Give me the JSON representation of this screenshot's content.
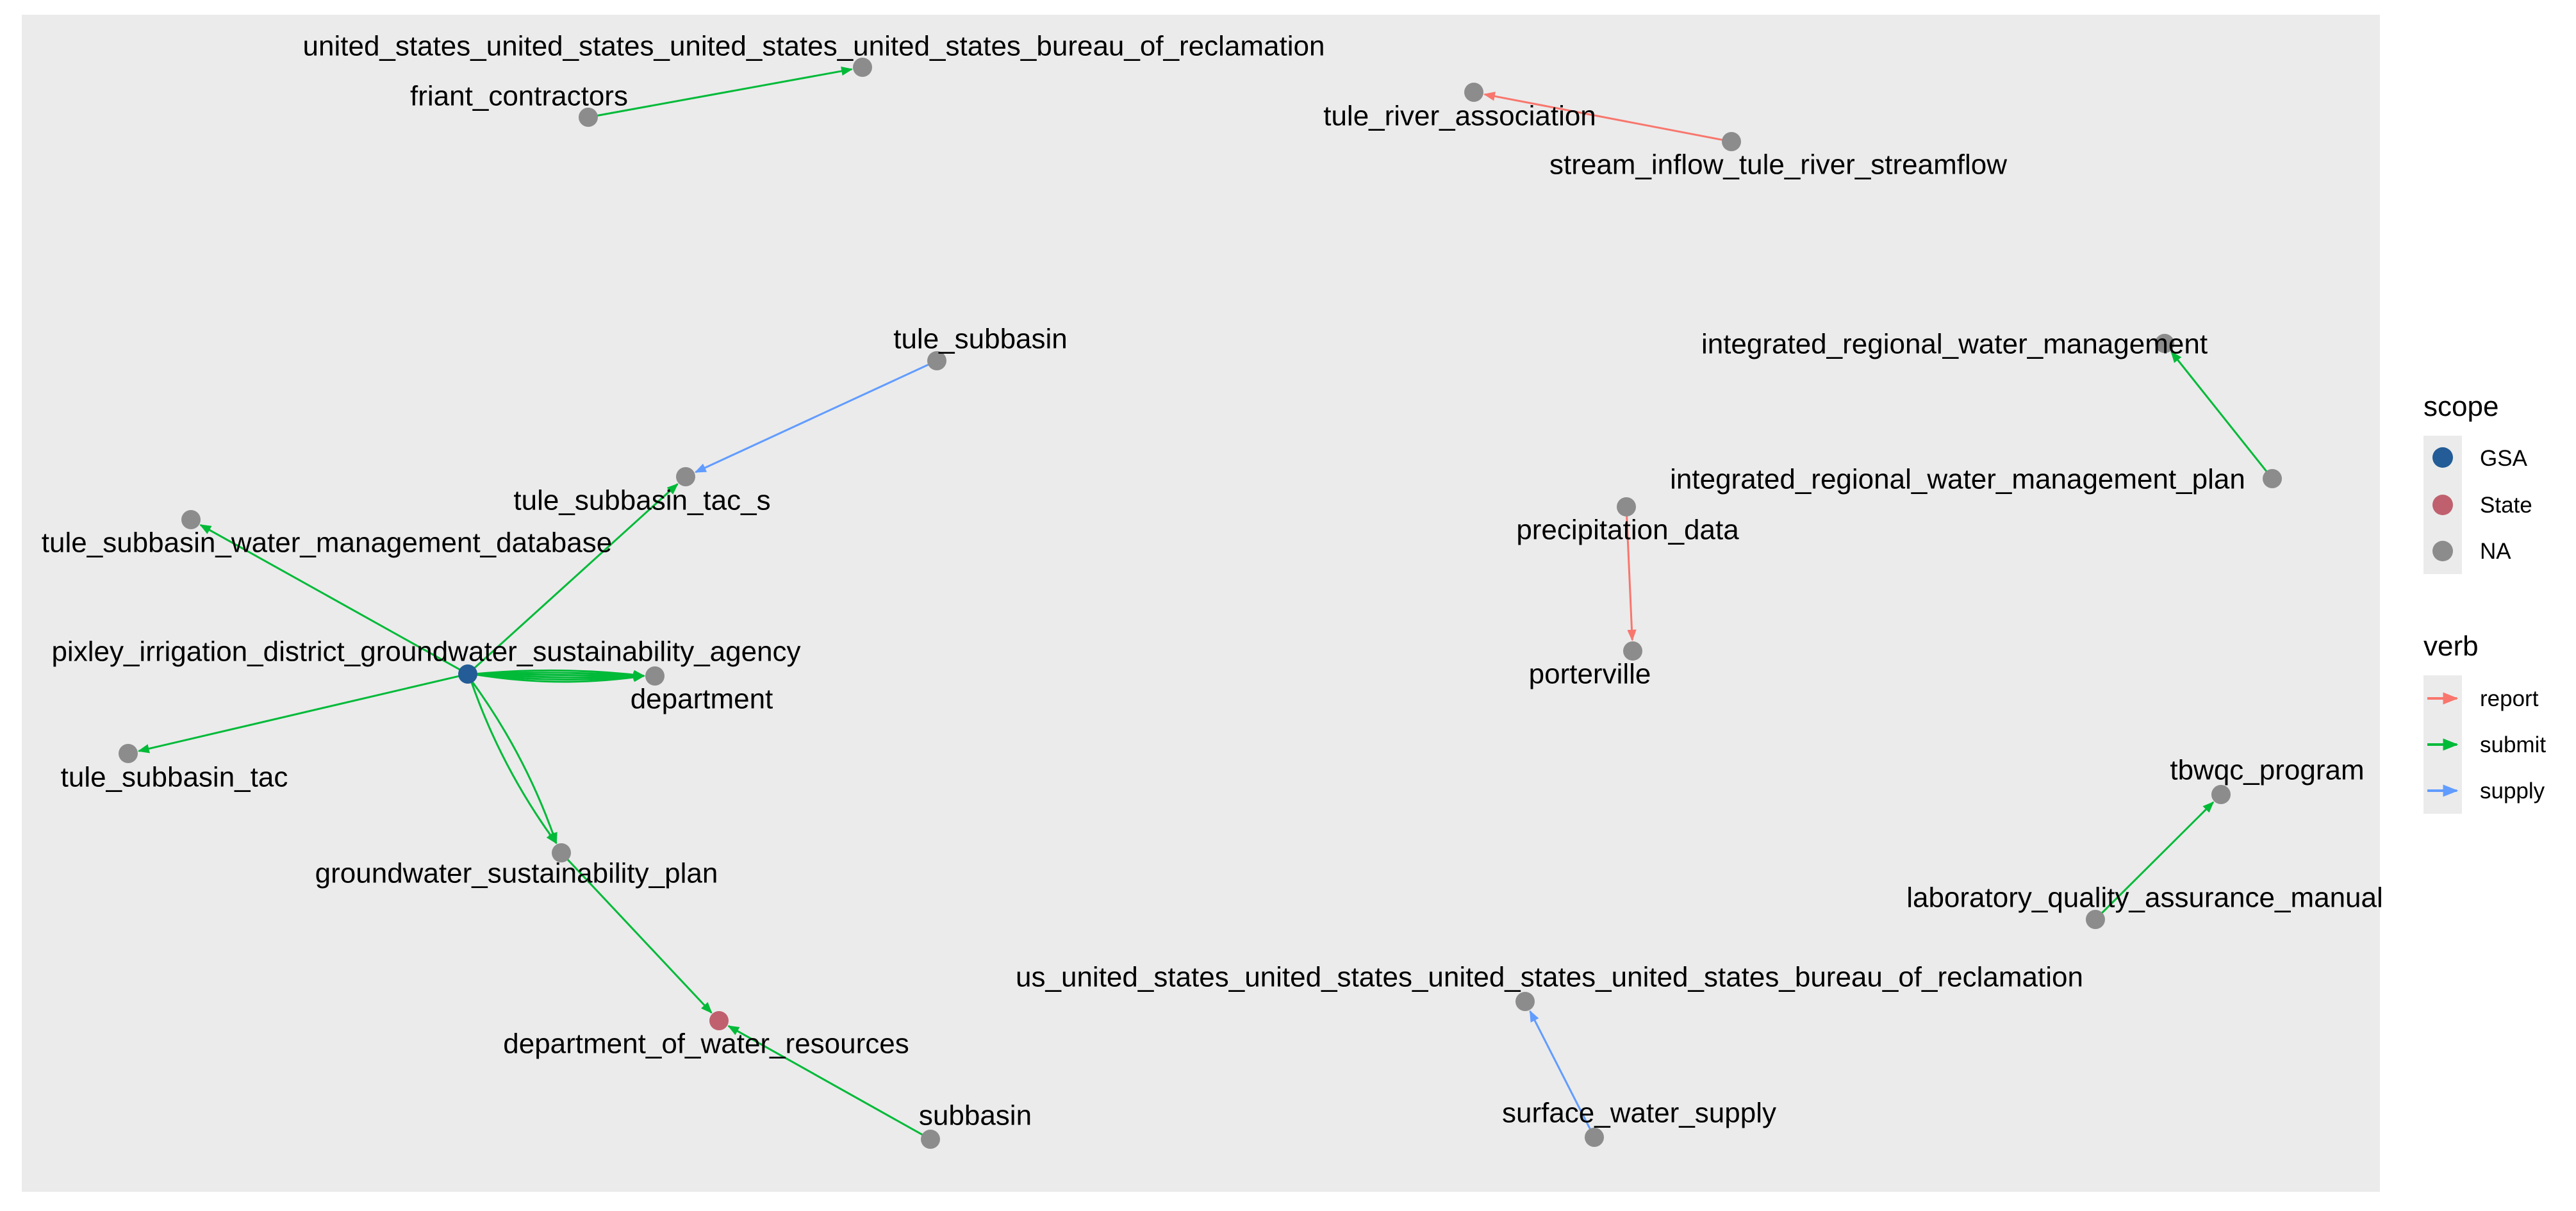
{
  "colors": {
    "panel_background": "#EBEBEB",
    "node_default": "#8C8C8C",
    "scope": {
      "GSA": "#235C96",
      "State": "#C0606E",
      "NA": "#8C8C8C"
    },
    "verb": {
      "report": "#F8766D",
      "submit": "#00BA38",
      "supply": "#619CFF"
    }
  },
  "legend_scope": {
    "title": "scope",
    "items": [
      {
        "label": "GSA",
        "color": "#235C96"
      },
      {
        "label": "State",
        "color": "#C0606E"
      },
      {
        "label": "NA",
        "color": "#8C8C8C"
      }
    ]
  },
  "legend_verb": {
    "title": "verb",
    "items": [
      {
        "label": "report",
        "color": "#F8766D"
      },
      {
        "label": "submit",
        "color": "#00BA38"
      },
      {
        "label": "supply",
        "color": "#619CFF"
      }
    ]
  },
  "nodes": [
    {
      "id": "pixley",
      "label": "pixley_irrigation_district_groundwater_sustainability_agency",
      "scope": "GSA"
    },
    {
      "id": "dwr",
      "label": "department_of_water_resources",
      "scope": "State"
    },
    {
      "id": "usbr1",
      "label": "united_states_united_states_united_states_united_states_bureau_of_reclamation",
      "scope": "NA"
    },
    {
      "id": "friant",
      "label": "friant_contractors",
      "scope": "NA"
    },
    {
      "id": "tra",
      "label": "tule_river_association",
      "scope": "NA"
    },
    {
      "id": "stream",
      "label": "stream_inflow_tule_river_streamflow",
      "scope": "NA"
    },
    {
      "id": "tsub",
      "label": "tule_subbasin",
      "scope": "NA"
    },
    {
      "id": "tsubtacs",
      "label": "tule_subbasin_tac_s",
      "scope": "NA"
    },
    {
      "id": "irwm",
      "label": "integrated_regional_water_management",
      "scope": "NA"
    },
    {
      "id": "irwmp",
      "label": "integrated_regional_water_management_plan",
      "scope": "NA"
    },
    {
      "id": "precip",
      "label": "precipitation_data",
      "scope": "NA"
    },
    {
      "id": "porter",
      "label": "porterville",
      "scope": "NA"
    },
    {
      "id": "tswmd",
      "label": "tule_subbasin_water_management_database",
      "scope": "NA"
    },
    {
      "id": "dept",
      "label": "department",
      "scope": "NA"
    },
    {
      "id": "tsubtac",
      "label": "tule_subbasin_tac",
      "scope": "NA"
    },
    {
      "id": "gsp",
      "label": "groundwater_sustainability_plan",
      "scope": "NA"
    },
    {
      "id": "subbasin",
      "label": "subbasin",
      "scope": "NA"
    },
    {
      "id": "tbwqc",
      "label": "tbwqc_program",
      "scope": "NA"
    },
    {
      "id": "lqam",
      "label": "laboratory_quality_assurance_manual",
      "scope": "NA"
    },
    {
      "id": "usbr2",
      "label": "us_united_states_united_states_united_states_united_states_bureau_of_reclamation",
      "scope": "NA"
    },
    {
      "id": "sws",
      "label": "surface_water_supply",
      "scope": "NA"
    }
  ],
  "edges": [
    {
      "from": "friant",
      "to": "usbr1",
      "verb": "submit"
    },
    {
      "from": "stream",
      "to": "tra",
      "verb": "report"
    },
    {
      "from": "tsub",
      "to": "tsubtacs",
      "verb": "supply"
    },
    {
      "from": "irwmp",
      "to": "irwm",
      "verb": "submit"
    },
    {
      "from": "precip",
      "to": "porter",
      "verb": "report"
    },
    {
      "from": "pixley",
      "to": "tsubtacs",
      "verb": "submit"
    },
    {
      "from": "pixley",
      "to": "tswmd",
      "verb": "submit"
    },
    {
      "from": "pixley",
      "to": "tsubtac",
      "verb": "submit"
    },
    {
      "from": "pixley",
      "to": "dept",
      "verb": "submit"
    },
    {
      "from": "pixley",
      "to": "dept",
      "verb": "submit"
    },
    {
      "from": "pixley",
      "to": "dept",
      "verb": "submit"
    },
    {
      "from": "pixley",
      "to": "dept",
      "verb": "submit"
    },
    {
      "from": "pixley",
      "to": "dept",
      "verb": "submit"
    },
    {
      "from": "pixley",
      "to": "dept",
      "verb": "submit"
    },
    {
      "from": "pixley",
      "to": "gsp",
      "verb": "submit"
    },
    {
      "from": "pixley",
      "to": "gsp",
      "verb": "submit"
    },
    {
      "from": "gsp",
      "to": "dwr",
      "verb": "submit"
    },
    {
      "from": "subbasin",
      "to": "dwr",
      "verb": "submit"
    },
    {
      "from": "lqam",
      "to": "tbwqc",
      "verb": "submit"
    },
    {
      "from": "sws",
      "to": "usbr2",
      "verb": "supply"
    }
  ]
}
